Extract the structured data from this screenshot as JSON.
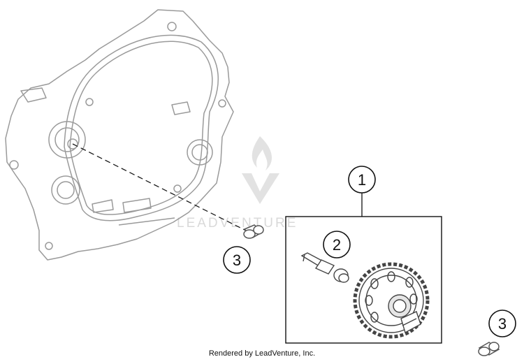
{
  "callouts": {
    "item_1": "1",
    "item_2": "2",
    "item_3_left": "3",
    "item_3_right": "3"
  },
  "watermark": {
    "brand": "LEADVENTURE"
  },
  "footer": {
    "credit": "Rendered by LeadVenture, Inc."
  },
  "colors": {
    "line": "#1a1a1a",
    "part_stroke": "#9a9a9a",
    "watermark": "#d9d9d9"
  }
}
